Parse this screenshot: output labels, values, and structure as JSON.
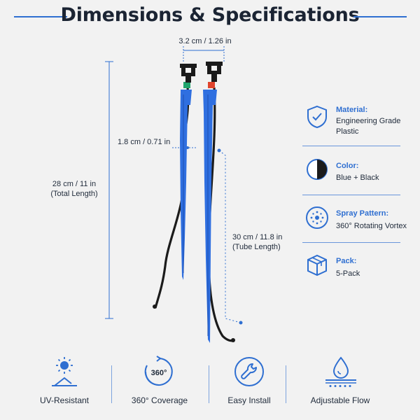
{
  "title": "Dimensions & Specifications",
  "dimensions": {
    "top_width": "3.2 cm / 1.26 in",
    "stake_width": "1.8 cm / 0.71 in",
    "total_length": "28 cm / 11 in",
    "total_length_note": "(Total Length)",
    "tube_length": "30 cm / 11.8 in",
    "tube_length_note": "(Tube Length)"
  },
  "specs": [
    {
      "label": "Material:",
      "value": "Engineering Grade Plastic",
      "icon": "shield-check-icon"
    },
    {
      "label": "Color:",
      "value": "Blue + Black",
      "icon": "half-circle-icon"
    },
    {
      "label": "Spray Pattern:",
      "value": "360° Rotating Vortex",
      "icon": "spray-dots-icon"
    },
    {
      "label": "Pack:",
      "value": "5-Pack",
      "icon": "box-icon"
    }
  ],
  "features": [
    {
      "label": "UV-Resistant",
      "icon": "sun-icon"
    },
    {
      "label": "360° Coverage",
      "icon": "rotate-360-icon",
      "icon_text": "360°"
    },
    {
      "label": "Easy Install",
      "icon": "wrench-icon"
    },
    {
      "label": "Adjustable Flow",
      "icon": "water-drop-icon"
    }
  ],
  "colors": {
    "accent": "#2f6fd1",
    "stake_blue": "#2f6fe0",
    "tube_black": "#1b1b1b",
    "background": "#f2f2f2"
  }
}
